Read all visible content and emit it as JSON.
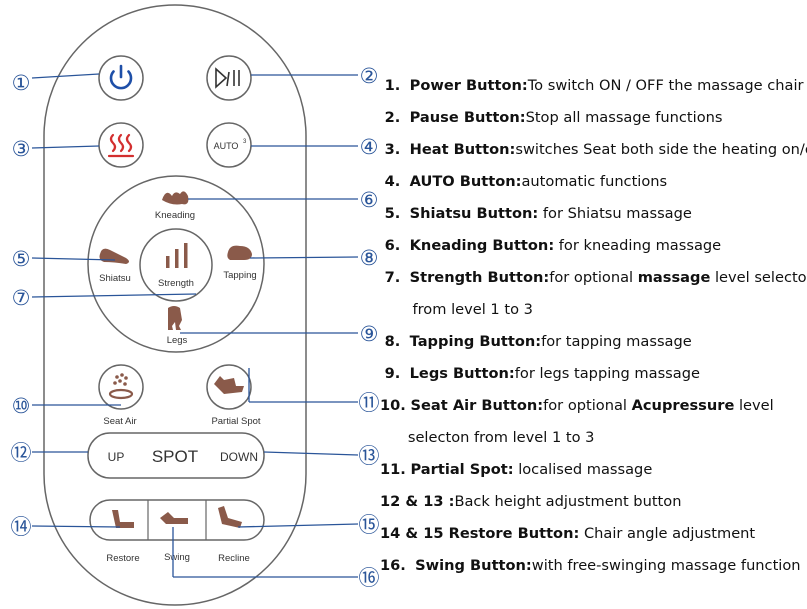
{
  "remote": {
    "buttons": {
      "power": {
        "icon": "power-icon"
      },
      "play_pause": {
        "icon": "play-pause-icon"
      },
      "heat": {
        "icon": "heat-wave-icon"
      },
      "auto": {
        "label": "AUTO",
        "superscript": "3"
      },
      "kneading": {
        "label": "Kneading",
        "icon": "kneading-hands-icon"
      },
      "shiatsu": {
        "label": "Shiatsu",
        "icon": "shiatsu-thumb-icon"
      },
      "strength": {
        "label": "Strength",
        "icon": "strength-bars-icon"
      },
      "tapping": {
        "label": "Tapping",
        "icon": "tapping-fist-icon"
      },
      "legs": {
        "label": "Legs",
        "icon": "legs-icon"
      },
      "seat_air": {
        "label": "Seat Air",
        "icon": "seat-air-icon"
      },
      "partial_spot": {
        "label": "Partial Spot",
        "icon": "partial-spot-chair-icon"
      },
      "up": {
        "label": "UP"
      },
      "spot": {
        "label": "SPOT"
      },
      "down": {
        "label": "DOWN"
      },
      "restore": {
        "label": "Restore",
        "icon": "restore-chair-icon"
      },
      "swing": {
        "label": "Swing",
        "icon": "swing-chair-icon"
      },
      "recline": {
        "label": "Recline",
        "icon": "recline-chair-icon"
      }
    },
    "colors": {
      "power": "#1e4fa8",
      "heat": "#d32f2f",
      "callout": "#2a5599",
      "outline": "#555555"
    }
  },
  "callouts": [
    "①",
    "②",
    "③",
    "④",
    "⑤",
    "⑥",
    "⑦",
    "⑧",
    "⑨",
    "⑩",
    "⑪",
    "⑫",
    "⑬",
    "⑭",
    "⑮",
    "⑯"
  ],
  "legend": [
    {
      "num": "1.",
      "bold": "Power Button:",
      "text": "To switch ON / OFF the massage chair"
    },
    {
      "num": "2.",
      "bold": "Pause Button:",
      "text": "Stop all massage functions"
    },
    {
      "num": "3.",
      "bold": "Heat Button:",
      "text": "switches Seat both side the heating on/off"
    },
    {
      "num": "4.",
      "bold": "AUTO Button:",
      "text": "automatic functions"
    },
    {
      "num": "5.",
      "bold": "Shiatsu Button:",
      "text": " for Shiatsu massage"
    },
    {
      "num": "6.",
      "bold": "Kneading Button:",
      "text": " for kneading massage"
    },
    {
      "num": "7.",
      "bold": "Strength Button:",
      "text": "for optional ",
      "bold2": "massage",
      "text2": " level selecton"
    },
    {
      "num": "",
      "bold": "",
      "text": "from level 1 to 3"
    },
    {
      "num": "8.",
      "bold": "Tapping Button:",
      "text": "for tapping massage"
    },
    {
      "num": "9.",
      "bold": "Legs Button:",
      "text": "for legs tapping massage"
    },
    {
      "num": "10.",
      "bold": "Seat Air Button:",
      "text": "for optional ",
      "bold2": "Acupressure",
      "text2": " level"
    },
    {
      "num": "",
      "bold": "",
      "text": "selecton from level 1 to 3"
    },
    {
      "num": "11.",
      "bold": "Partial Spot:",
      "text": " localised massage"
    },
    {
      "num": "",
      "bold": "12 & 13 :",
      "text": "Back height adjustment button"
    },
    {
      "num": "",
      "bold": "14 & 15 Restore Button:",
      "text": " Chair angle adjustment"
    },
    {
      "num": "16.",
      "bold": "Swing Button:",
      "text": "with free-swinging massage function"
    }
  ]
}
